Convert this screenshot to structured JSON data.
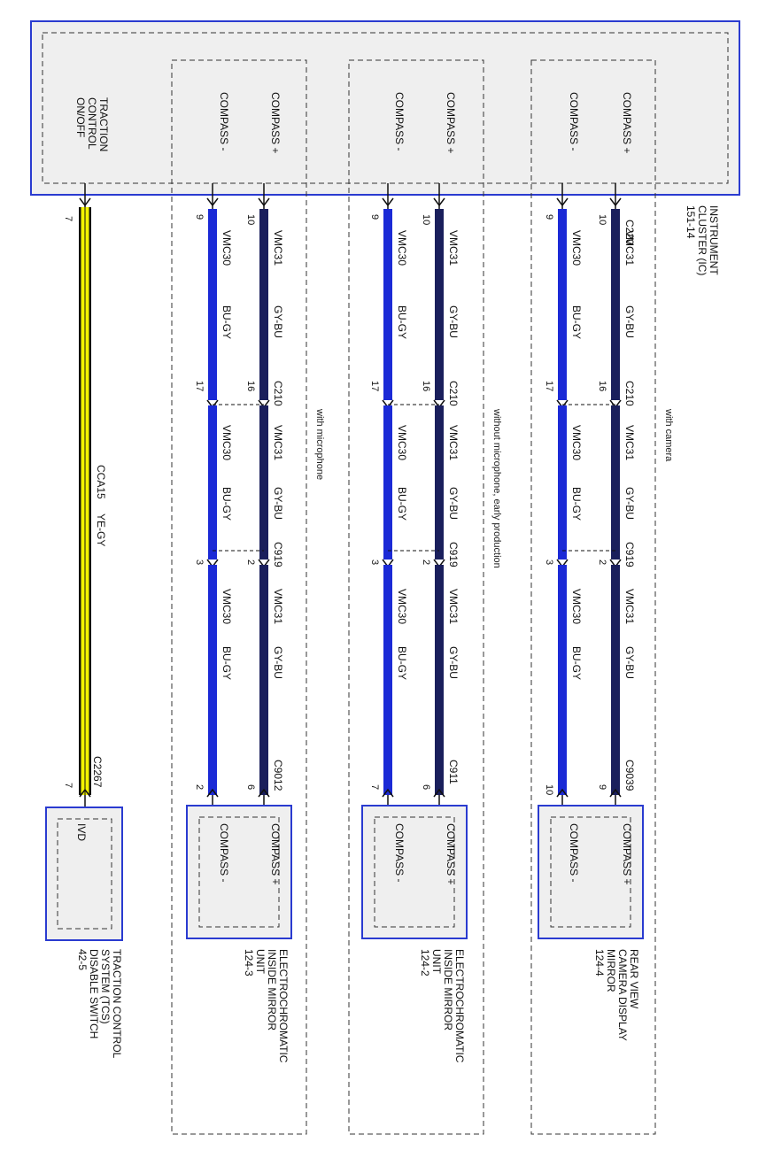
{
  "ic": {
    "title_l1": "INSTRUMENT",
    "title_l2": "CLUSTER (IC)",
    "ref": "151-14",
    "pin_traction_l1": "TRACTION",
    "pin_traction_l2": "CONTROL",
    "pin_traction_l3": "ON/OFF",
    "pin_compass_plus": "COMPASS +",
    "pin_compass_minus": "COMPASS -"
  },
  "conn": {
    "c220": "C220",
    "c210": "C210",
    "c919": "C919"
  },
  "wires": {
    "plus_circuit": "VMC31",
    "plus_color": "GY-BU",
    "minus_circuit": "VMC30",
    "minus_color": "BU-GY",
    "tcs_circuit": "CCA15",
    "tcs_color": "YE-GY"
  },
  "pins": {
    "ic_plus": "10",
    "ic_minus": "9",
    "ic_tcs": "7",
    "c210_plus": "16",
    "c210_minus": "17",
    "c919_plus": "2",
    "c919_minus": "3"
  },
  "branches": [
    {
      "variant": "with camera",
      "dev_connector": "C9039",
      "dev_pin_plus": "9",
      "dev_pin_minus": "10",
      "dev_plus_label": "COMPASS +",
      "dev_minus_label": "COMPASS -",
      "name_l1": "REAR VIEW",
      "name_l2": "CAMERA DISPLAY",
      "name_l3": "MIRROR",
      "ref": "124-4"
    },
    {
      "variant": "without microphone, early production",
      "dev_connector": "C911",
      "dev_pin_plus": "6",
      "dev_pin_minus": "7",
      "dev_plus_label": "COMPASS +",
      "dev_minus_label": "COMPASS -",
      "name_l1": "ELECTROCHROMATIC",
      "name_l2": "INSIDE MIRROR",
      "name_l3": "UNIT",
      "ref": "124-2"
    },
    {
      "variant": "with microphone",
      "dev_connector": "C9012",
      "dev_pin_plus": "6",
      "dev_pin_minus": "2",
      "dev_plus_label": "COMPASS +",
      "dev_minus_label": "COMPASS -",
      "name_l1": "ELECTROCHROMATIC",
      "name_l2": "INSIDE MIRROR",
      "name_l3": "UNIT",
      "ref": "124-3"
    }
  ],
  "tcs": {
    "connector": "C2267",
    "pin": "7",
    "pin_label": "IVD",
    "name_l1": "TRACTION CONTROL",
    "name_l2": "SYSTEM (TCS)",
    "name_l3": "DISABLE SWITCH",
    "ref": "42-5"
  },
  "colors": {
    "module_border": "#2a3bd0",
    "module_fill": "#efefef",
    "wire_plus": "#1a1f5c",
    "wire_minus": "#1b2ad6",
    "wire_tcs_core": "#f2f200"
  }
}
